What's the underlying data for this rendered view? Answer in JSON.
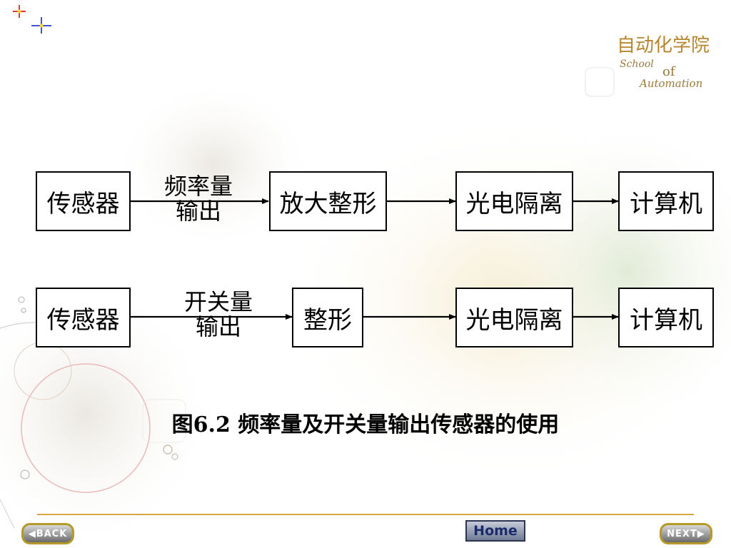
{
  "logo": {
    "cn_text": "自动化学院",
    "en_line1": "School",
    "en_line2": "of",
    "en_line3": "Automation"
  },
  "diagram": {
    "rows": [
      {
        "nodes": [
          "传感器",
          "放大整形",
          "光电隔离",
          "计算机"
        ],
        "edge_label": [
          "频率量",
          "输出"
        ]
      },
      {
        "nodes": [
          "传感器",
          "整形",
          "光电隔离",
          "计算机"
        ],
        "edge_label": [
          "开关量",
          "输出"
        ]
      }
    ]
  },
  "caption": "图6.2 频率量及开关量输出传感器的使用",
  "nav": {
    "back": "BACK",
    "home": "Home",
    "next": "NEXT"
  }
}
